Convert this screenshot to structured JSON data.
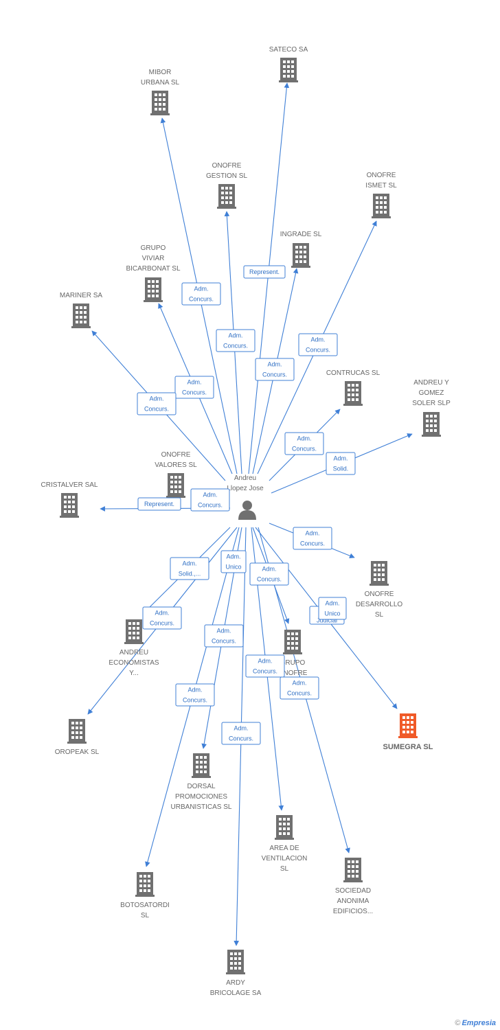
{
  "colors": {
    "edge": "#3f7fd6",
    "building": "#707070",
    "highlight": "#f05a28",
    "person": "#707070"
  },
  "center": {
    "label": [
      "Andreu",
      "Llopez Jose"
    ],
    "icon": "person-icon"
  },
  "nodes": [
    {
      "id": "sateco",
      "label": [
        "SATECO SA"
      ]
    },
    {
      "id": "mibor",
      "label": [
        "MIBOR",
        "URBANA SL"
      ]
    },
    {
      "id": "onofre_gestion",
      "label": [
        "ONOFRE",
        "GESTION SL"
      ]
    },
    {
      "id": "onofre_ismet",
      "label": [
        "ONOFRE",
        "ISMET SL"
      ]
    },
    {
      "id": "ingrade",
      "label": [
        "INGRADE SL"
      ]
    },
    {
      "id": "grupo_viviar",
      "label": [
        "GRUPO",
        "VIVIAR",
        "BICARBONAT SL"
      ]
    },
    {
      "id": "mariner",
      "label": [
        "MARINER SA"
      ]
    },
    {
      "id": "contrucas",
      "label": [
        "CONTRUCAS SL"
      ]
    },
    {
      "id": "andreu_gomez",
      "label": [
        "ANDREU Y",
        "GOMEZ",
        "SOLER SLP"
      ]
    },
    {
      "id": "onofre_valores",
      "label": [
        "ONOFRE",
        "VALORES SL"
      ]
    },
    {
      "id": "cristalver",
      "label": [
        "CRISTALVER SAL"
      ]
    },
    {
      "id": "onofre_desarrollo",
      "label": [
        "ONOFRE",
        "DESARROLLO",
        "SL"
      ]
    },
    {
      "id": "andreu_economistas",
      "label": [
        "ANDREU",
        "ECONOMISTAS",
        "Y..."
      ]
    },
    {
      "id": "grupo_onofre",
      "label": [
        "GRUPO",
        "ONOFRE",
        "M..."
      ]
    },
    {
      "id": "sumegra",
      "label": [
        "SUMEGRA SL"
      ],
      "highlight": true
    },
    {
      "id": "oropeak",
      "label": [
        "OROPEAK SL"
      ]
    },
    {
      "id": "dorsal",
      "label": [
        "DORSAL",
        "PROMOCIONES",
        "URBANISTICAS SL"
      ]
    },
    {
      "id": "area",
      "label": [
        "AREA DE",
        "VENTILACION",
        "SL"
      ]
    },
    {
      "id": "sociedad",
      "label": [
        "SOCIEDAD",
        "ANONIMA",
        "EDIFICIOS..."
      ]
    },
    {
      "id": "botosatordi",
      "label": [
        "BOTOSATORDI",
        "SL"
      ]
    },
    {
      "id": "ardy",
      "label": [
        "ARDY",
        "BRICOLAGE SA"
      ]
    }
  ],
  "relations": [
    {
      "label": [
        "Represent."
      ]
    },
    {
      "label": [
        "Adm.",
        "Concurs."
      ]
    },
    {
      "label": [
        "Adm.",
        "Concurs."
      ]
    },
    {
      "label": [
        "Adm.",
        "Concurs."
      ]
    },
    {
      "label": [
        "Adm.",
        "Concurs."
      ]
    },
    {
      "label": [
        "Adm.",
        "Concurs."
      ]
    },
    {
      "label": [
        "Adm.",
        "Concurs."
      ]
    },
    {
      "label": [
        "Adm.",
        "Concurs."
      ]
    },
    {
      "label": [
        "Adm.",
        "Solid."
      ]
    },
    {
      "label": [
        "Represent."
      ]
    },
    {
      "label": [
        "Adm.",
        "Concurs."
      ]
    },
    {
      "label": [
        "Adm.",
        "Concurs."
      ]
    },
    {
      "label": [
        "Adm.",
        "Solid.,..."
      ]
    },
    {
      "label": [
        "Adm.",
        "Unico"
      ]
    },
    {
      "label": [
        "Adm.",
        "Concurs."
      ]
    },
    {
      "label": [
        "Adm.",
        "Judicial"
      ]
    },
    {
      "label": [
        "Adm.",
        "Unico"
      ]
    },
    {
      "label": [
        "Adm.",
        "Concurs."
      ]
    },
    {
      "label": [
        "Adm.",
        "Concurs."
      ]
    },
    {
      "label": [
        "Adm.",
        "Concurs."
      ]
    },
    {
      "label": [
        "Adm.",
        "Concurs."
      ]
    },
    {
      "label": [
        "Adm.",
        "Concurs."
      ]
    },
    {
      "label": [
        "Adm.",
        "Concurs."
      ]
    }
  ],
  "footer": {
    "copyright": "©",
    "brand": "Empresia"
  }
}
